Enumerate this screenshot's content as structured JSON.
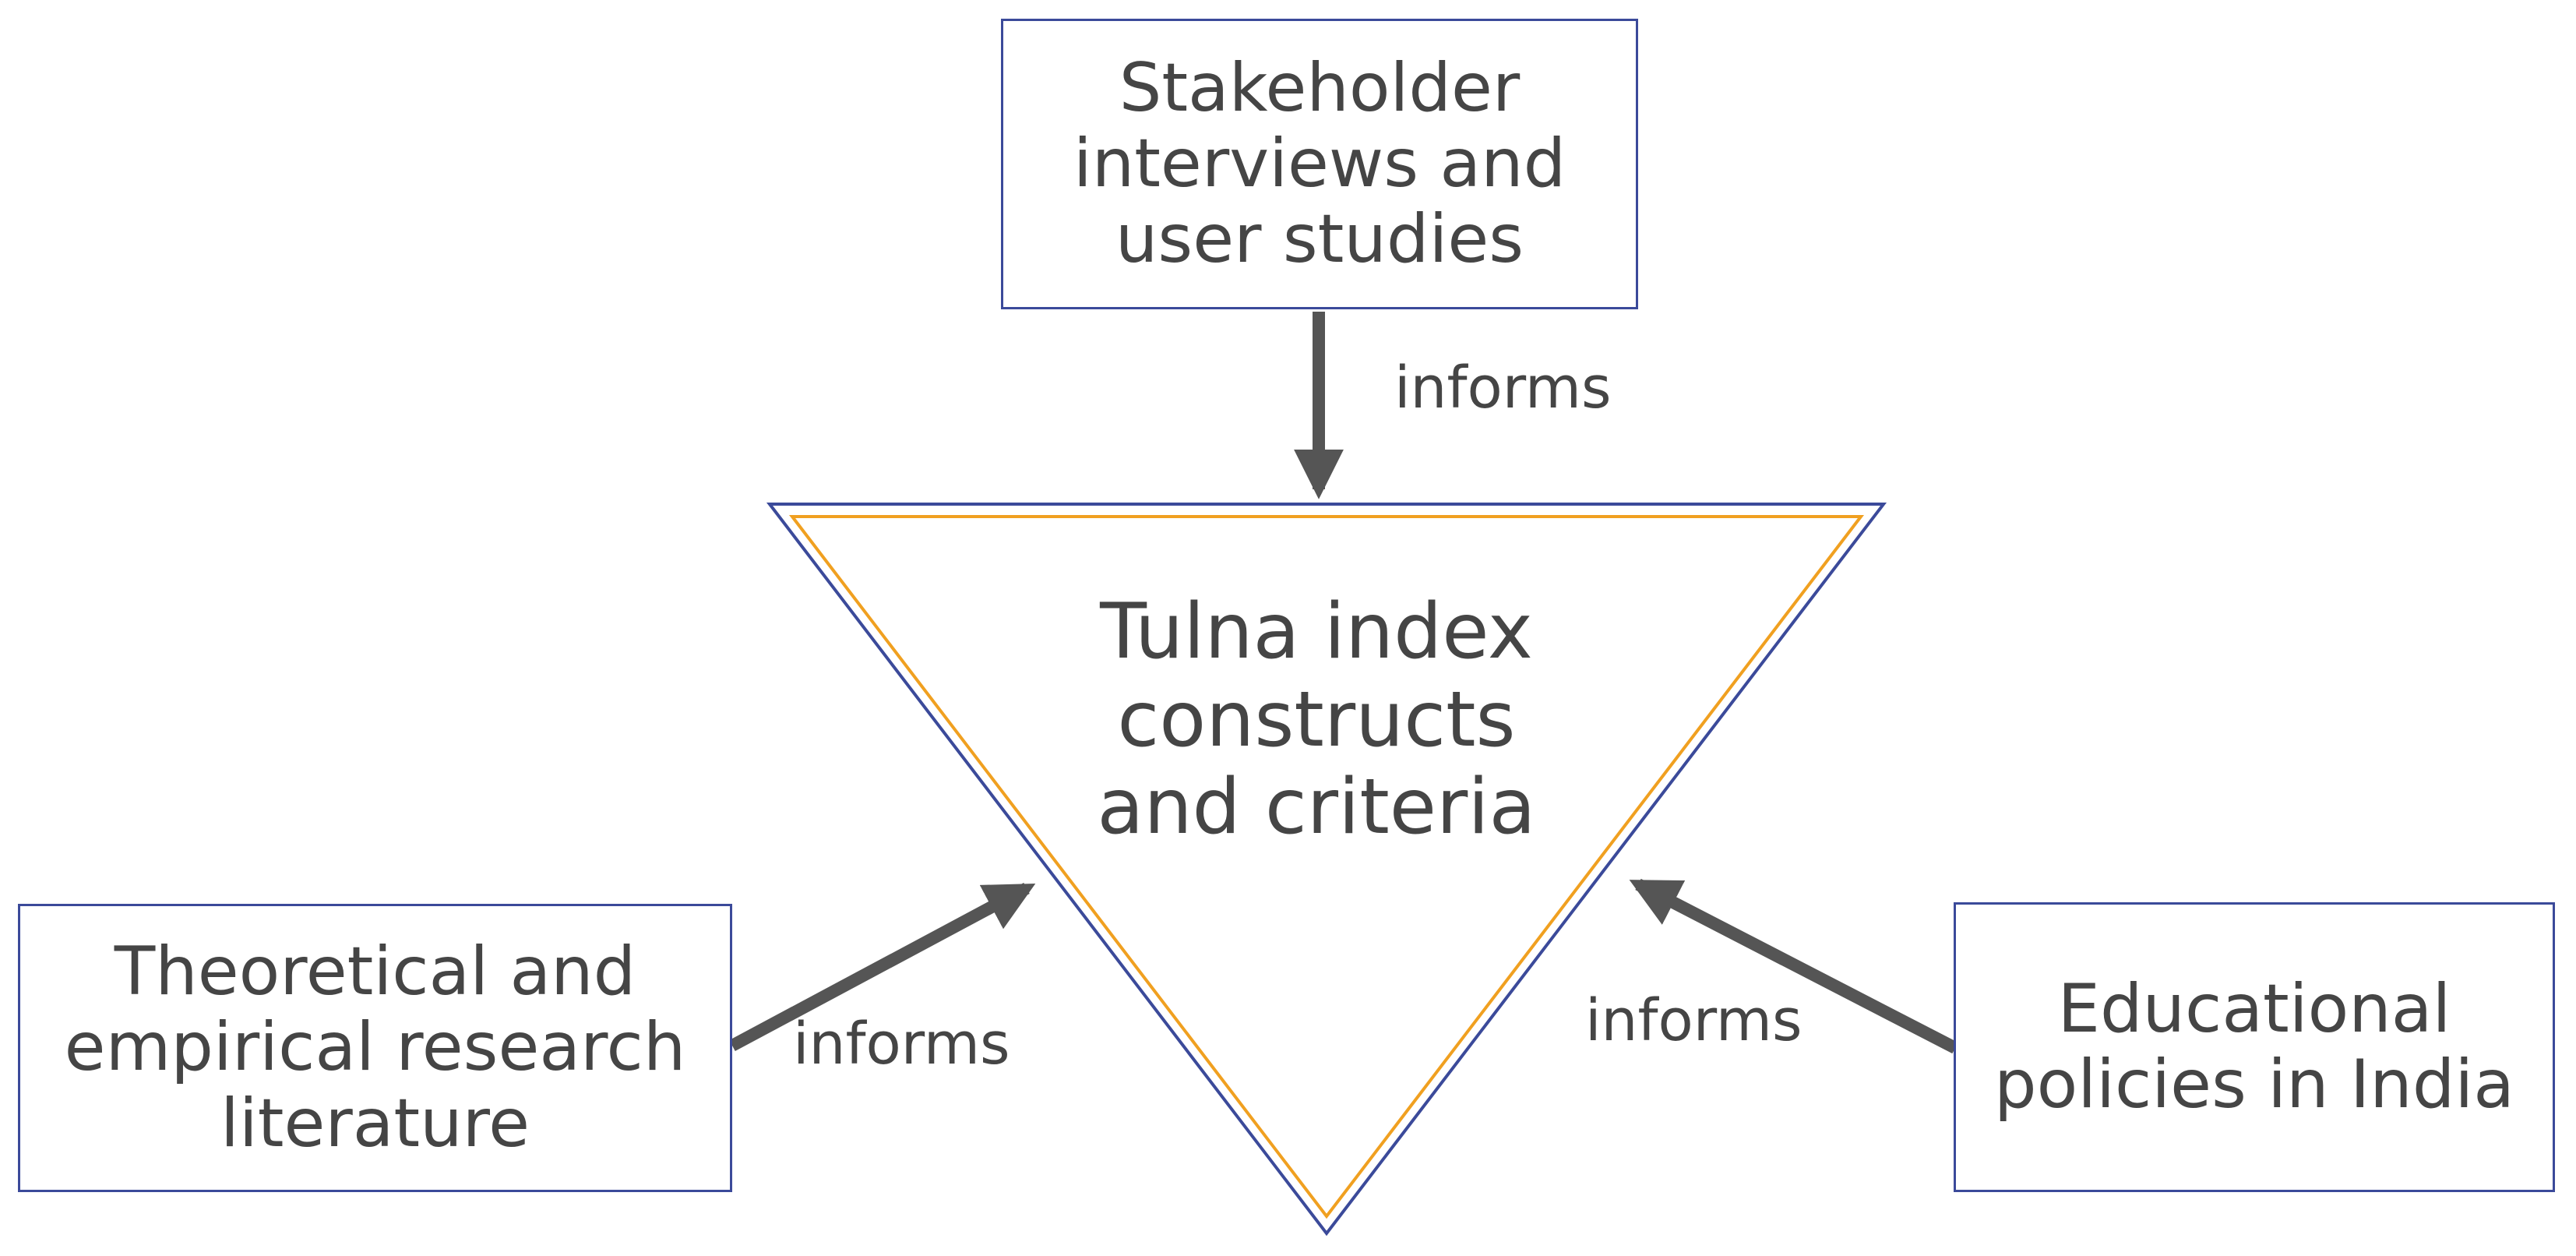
{
  "diagram": {
    "center": {
      "label": "Tulna index\nconstructs\nand criteria"
    },
    "nodes": {
      "top": {
        "label": "Stakeholder\ninterviews and\nuser studies"
      },
      "left": {
        "label": "Theoretical and\nempirical research\nliterature"
      },
      "right": {
        "label": "Educational\npolicies in India"
      }
    },
    "edges": {
      "top": {
        "label": "informs"
      },
      "left": {
        "label": "informs"
      },
      "right": {
        "label": "informs"
      }
    }
  },
  "colors": {
    "box_border": "#3b4a9a",
    "triangle_outer": "#3b4a9a",
    "triangle_inner": "#f0a020",
    "arrow": "#555555",
    "text": "#454545"
  }
}
